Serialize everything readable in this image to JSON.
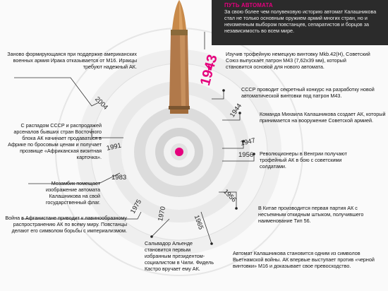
{
  "header": {
    "title": "ПУТЬ АВТОМАТА",
    "text": "За свою более чем полувековую историю автомат Калашникова стал не только основным оружием армий многих стран, но и неизменным выбором повстанцев, сепаратистов и борцов за независимость во всем мире."
  },
  "colors": {
    "accent": "#e5007d",
    "dark_panel": "#2b2b2b",
    "rings": "#d8d8d8",
    "bullet": "#b8743a"
  },
  "years": [
    "1943",
    "1944",
    "1947",
    "1956",
    "1956",
    "1965",
    "1970",
    "1975",
    "1983",
    "1991",
    "2004"
  ],
  "events": {
    "e1943": "Изучив трофейную немецкую винтовку Mkb.42(H), Советский Союз выпускает патрон М43 (7,62х39 мм), который становится основой для нового автомата.",
    "e1944": "СССР проводит секретный конкурс на разработку новой автоматической винтовки под патрон М43.",
    "e1947": "Команда Михаила Калашникова создает АК, который принимается на вооружение Советской армией.",
    "e1956a": "Революционеры в Венгрии получают трофейный АК в бою с советскими солдатами.",
    "e1956b": "В Китае производится первая партия АК с несъемным откидным штыком, получившего наименование Тип 56.",
    "e1965": "Автомат Калашникова становится одним из символов Вьетнамской войны. АК впервые выступает против «черной винтовки» М16 и доказывает свое превосходство.",
    "e1970": "Сальвадор Альенде становится первым избранным президентом-социалистом в Чили. Фидель Кастро вручает ему АК.",
    "e1975": "Война в Афганистане приводит к лавинообразному распространению АК по всему миру. Повстанцы делают его символом борьбы с империализмом.",
    "e1983": "Мозамбик помещает изображение автомата Калашникова на свой государственный флаг.",
    "e1991": "С распадом СССР и распродажей арсеналов бывших стран Восточного блока АК начинает продаваться в Африке по бросовым ценам и получает прозвище «Африканская визитная карточка».",
    "e2004": "Заново формирующаяся при поддержке американских военных армия Ирака отказывается от М16. Иракцы требуют надежный АК."
  }
}
